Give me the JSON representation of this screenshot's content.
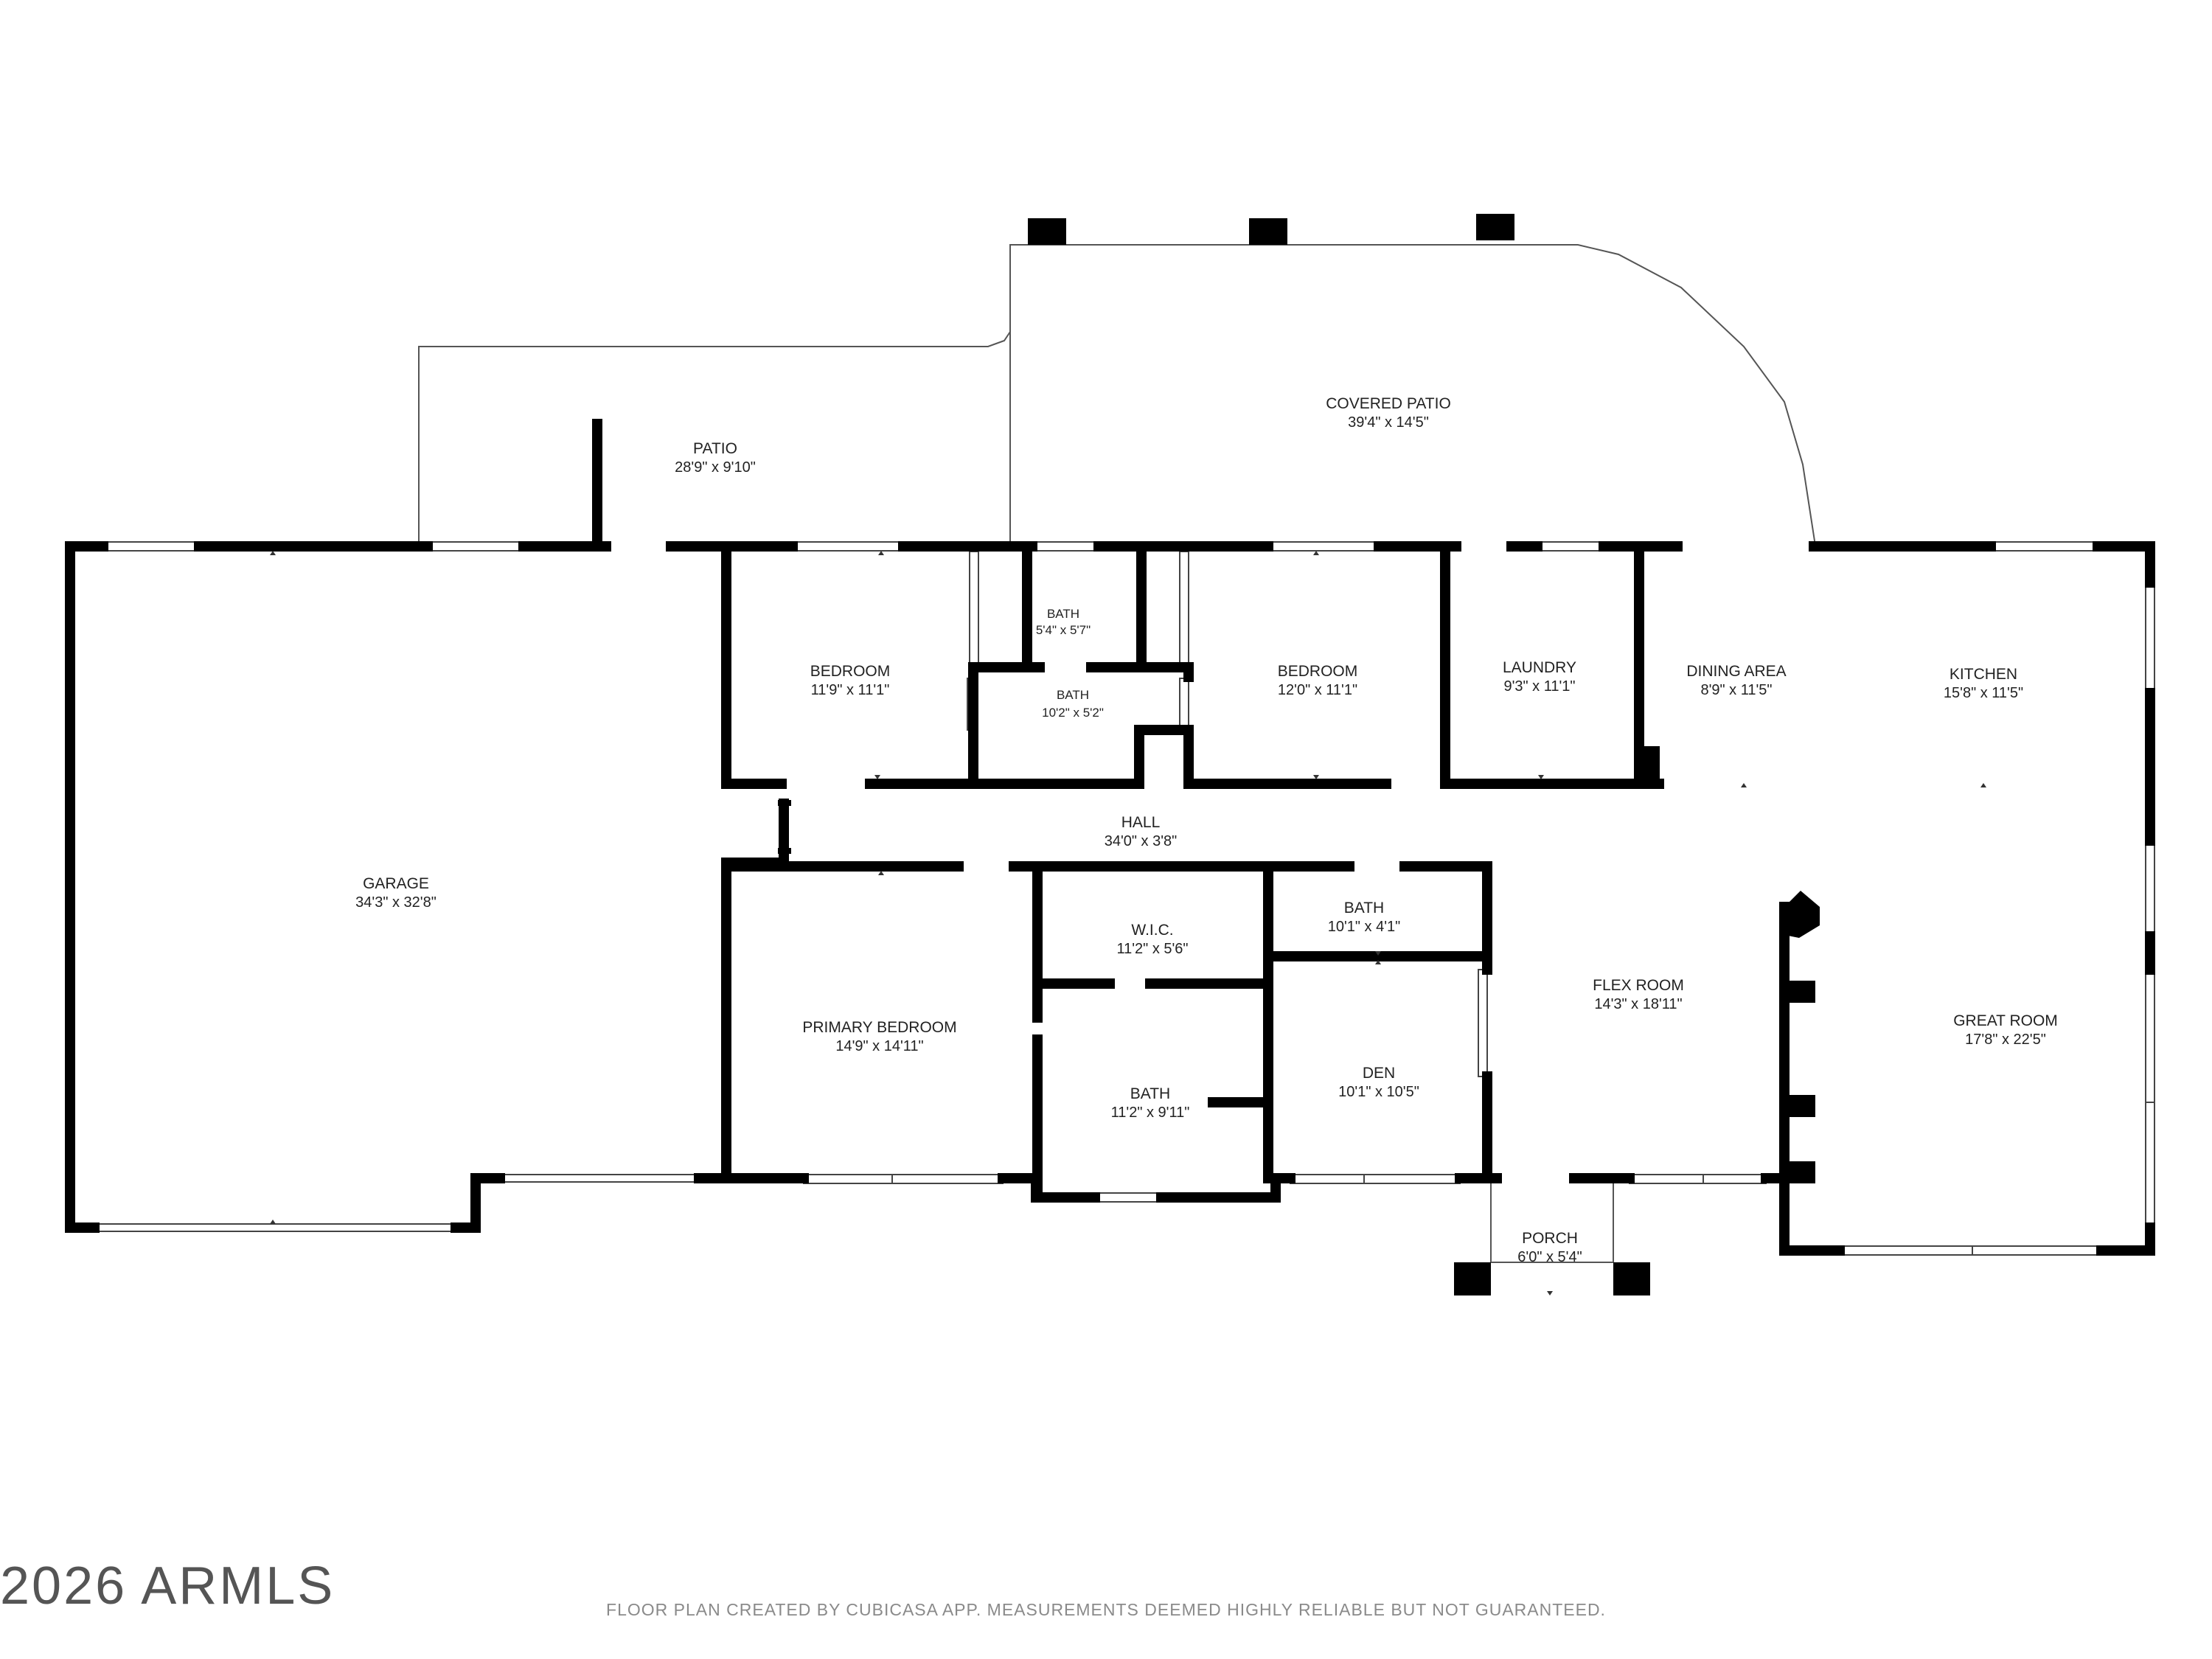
{
  "rooms": {
    "patio": {
      "name": "PATIO",
      "dim": "28'9\" x 9'10\""
    },
    "covered_patio": {
      "name": "COVERED PATIO",
      "dim": "39'4\" x 14'5\""
    },
    "garage": {
      "name": "GARAGE",
      "dim": "34'3\" x 32'8\""
    },
    "bedroom_1": {
      "name": "BEDROOM",
      "dim": "11'9\" x 11'1\""
    },
    "bath_small": {
      "name": "BATH",
      "dim": "5'4\" x 5'7\""
    },
    "bath_2": {
      "name": "BATH",
      "dim": "10'2\" x 5'2\""
    },
    "bedroom_2": {
      "name": "BEDROOM",
      "dim": "12'0\" x 11'1\""
    },
    "laundry": {
      "name": "LAUNDRY",
      "dim": "9'3\" x 11'1\""
    },
    "dining": {
      "name": "DINING AREA",
      "dim": "8'9\" x 11'5\""
    },
    "kitchen": {
      "name": "KITCHEN",
      "dim": "15'8\" x 11'5\""
    },
    "hall": {
      "name": "HALL",
      "dim": "34'0\" x 3'8\""
    },
    "wic": {
      "name": "W.I.C.",
      "dim": "11'2\" x 5'6\""
    },
    "bath_3": {
      "name": "BATH",
      "dim": "10'1\" x 4'1\""
    },
    "primary": {
      "name": "PRIMARY BEDROOM",
      "dim": "14'9\" x 14'11\""
    },
    "bath_primary": {
      "name": "BATH",
      "dim": "11'2\" x 9'11\""
    },
    "den": {
      "name": "DEN",
      "dim": "10'1\" x 10'5\""
    },
    "flex": {
      "name": "FLEX ROOM",
      "dim": "14'3\" x 18'11\""
    },
    "great": {
      "name": "GREAT ROOM",
      "dim": "17'8\" x 22'5\""
    },
    "porch": {
      "name": "PORCH",
      "dim": "6'0\" x 5'4\""
    }
  },
  "watermark": "2026 ARMLS",
  "footer": "FLOOR PLAN CREATED BY CUBICASA APP. MEASUREMENTS DEEMED HIGHLY RELIABLE BUT NOT GUARANTEED.",
  "colors": {
    "wall": "#000000",
    "line": "#555555",
    "text": "#222222"
  }
}
